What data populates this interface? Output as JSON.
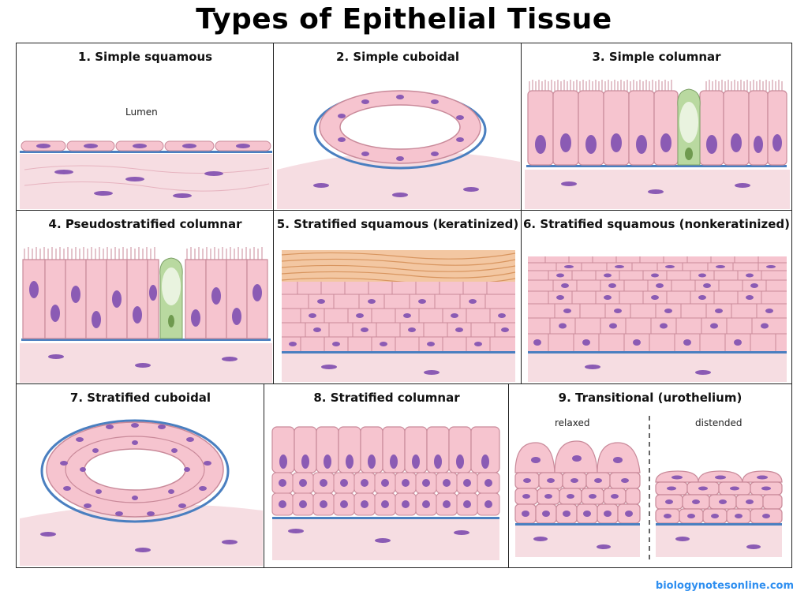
{
  "title": "Types of Epithelial Tissue",
  "panels": [
    {
      "label": "1. Simple squamous",
      "annotation": "Lumen"
    },
    {
      "label": "2. Simple cuboidal"
    },
    {
      "label": "3. Simple columnar"
    },
    {
      "label": "4. Pseudostratified columnar"
    },
    {
      "label": "5. Stratified squamous (keratinized)"
    },
    {
      "label": "6. Stratified squamous (nonkeratinized)"
    },
    {
      "label": "7. Stratified cuboidal"
    },
    {
      "label": "8. Stratified columnar"
    },
    {
      "label": "9. Transitional (urothelium)",
      "state_left": "relaxed",
      "state_right": "distended"
    }
  ],
  "credit": "biologynotesonline.com",
  "colors": {
    "cell": "#f6c4cf",
    "cell_stroke": "#c98a9a",
    "nucleus": "#8b5bb4",
    "basement": "#4a7fc0",
    "connective": "#f6dde2",
    "goblet": "#b9d9a0",
    "keratin": "#e8b48a",
    "credit": "#2f8ff0"
  }
}
